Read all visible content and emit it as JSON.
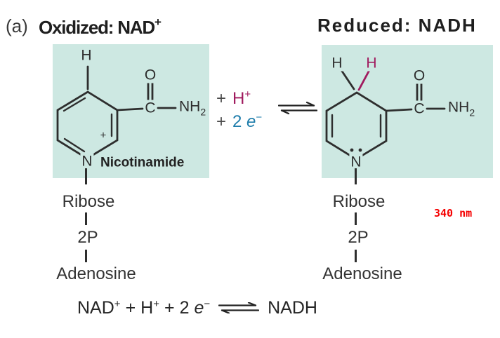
{
  "colors": {
    "panel_teal": "#cde8e2",
    "ink": "#2e2e2e",
    "proton_maroon": "#a01a5e",
    "electron_blue": "#1e7dab",
    "wavelength_red": "#f50000"
  },
  "header": {
    "panel_label": "(a)",
    "oxidized_title": "Oxidized: NAD",
    "oxidized_title_sup": "+",
    "reduced_title": "Reduced: NADH"
  },
  "oxidized": {
    "ring_h": "H",
    "carbonyl_o": "O",
    "carbonyl_c": "C",
    "amide_nh": "NH",
    "amide_sub": "2",
    "ring_charge": "+",
    "ring_n": "N",
    "caption": "Nicotinamide",
    "chain": {
      "ribose": "Ribose",
      "phosphate": "2P",
      "adenosine": "Adenosine"
    }
  },
  "reduced": {
    "ring_h_black": "H",
    "ring_h_red": "H",
    "carbonyl_o": "O",
    "carbonyl_c": "C",
    "amide_nh": "NH",
    "amide_sub": "2",
    "ring_n": "N",
    "chain": {
      "ribose": "Ribose",
      "phosphate": "2P",
      "adenosine": "Adenosine"
    },
    "wavelength": "340 nm"
  },
  "reaction": {
    "plus": "+",
    "proton": "H",
    "proton_sup": "+",
    "electron_count": "2 ",
    "electron": "e",
    "electron_sup": "−"
  },
  "equation": {
    "nad": "NAD",
    "nad_sup": "+",
    "plus": "+",
    "proton": "H",
    "proton_sup": "+",
    "electron_count": "2 ",
    "electron": "e",
    "electron_sup": "−",
    "nadh": "NADH"
  }
}
